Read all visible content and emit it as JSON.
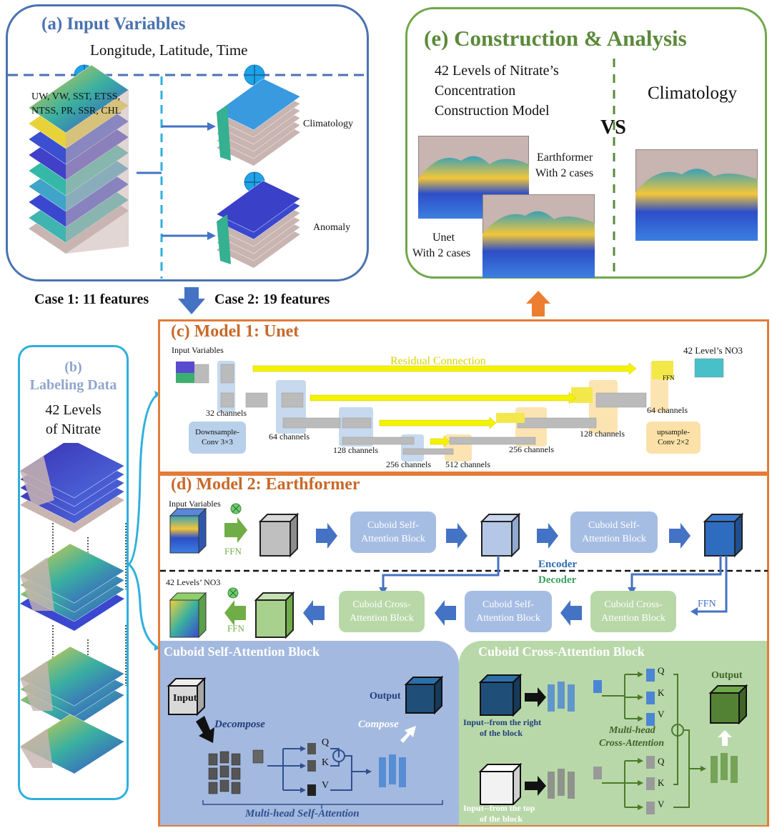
{
  "panel_a": {
    "title": "(a) Input Variables",
    "dims": "Longitude, Latitude, Time",
    "vars_line1": "UW, VW, SST, ETSS,",
    "vars_line2": "NTSS, PR, SSR, CHL",
    "climatology": "Climatology",
    "anomaly": "Anomaly"
  },
  "cases": {
    "case1": "Case 1: 11 features",
    "case2": "Case 2: 19 features"
  },
  "panel_b": {
    "title_line1": "(b)",
    "title_line2": "Labeling Data",
    "desc_line1": "42 Levels",
    "desc_line2": "of Nitrate"
  },
  "panel_e": {
    "title": "(e) Construction & Analysis",
    "model_line1": "42 Levels of Nitrate’s",
    "model_line2": "Concentration",
    "model_line3": "Construction Model",
    "vs": "VS",
    "climatology": "Climatology",
    "earthformer_line1": "Earthformer",
    "earthformer_line2": "With 2 cases",
    "unet_line1": "Unet",
    "unet_line2": "With 2 cases"
  },
  "panel_c": {
    "title": "(c) Model 1: Unet",
    "input_label": "Input Variables",
    "output_label": "42 Level’s NO3",
    "residual": "Residual Connection",
    "ffn": "FFN",
    "channels": {
      "c32": "32 channels",
      "c64a": "64 channels",
      "c128a": "128 channels",
      "c256a": "256 channels",
      "c512": "512 channels",
      "c256b": "256 channels",
      "c128b": "128 channels",
      "c64b": "64 channels"
    },
    "legend_down_line1": "Downsample-",
    "legend_down_line2": "Conv 3×3",
    "legend_up_line1": "upsample-",
    "legend_up_line2": "Conv 2×2"
  },
  "panel_d": {
    "title": "(d) Model 2: Earthformer",
    "input_label": "Input Variables",
    "output_label": "42 Levels’ NO3",
    "ffn": "FFN",
    "encoder": "Encoder",
    "decoder": "Decoder",
    "self_block_line1": "Cuboid Self-",
    "self_block_line2": "Attention Block",
    "cross_block_line1": "Cuboid Cross-",
    "cross_block_line2": "Attention Block"
  },
  "self_attention": {
    "title": "Cuboid Self-Attention Block",
    "input": "Input",
    "output": "Output",
    "decompose": "Decompose",
    "compose": "Compose",
    "q": "Q",
    "k": "K",
    "v": "V",
    "caption": "Multi-head Self-Attention"
  },
  "cross_attention": {
    "title": "Cuboid Cross-Attention Block",
    "input_right_line1": "Input--from the right",
    "input_right_line2": "of the block",
    "input_top_line1": "Input--from the top",
    "input_top_line2": "of the block",
    "output": "Output",
    "caption_line1": "Multi-head",
    "caption_line2": "Cross-Attention",
    "q": "Q",
    "k": "K",
    "v": "V"
  },
  "colors": {
    "panel_a": "#4a72b0",
    "panel_b": "#2eb0dc",
    "panel_e": "#6fa84a",
    "panel_cd": "#e27c3a",
    "arrow_blue": "#4472c4",
    "arrow_orange": "#ed7d31",
    "residual_yellow": "#f5f200"
  }
}
